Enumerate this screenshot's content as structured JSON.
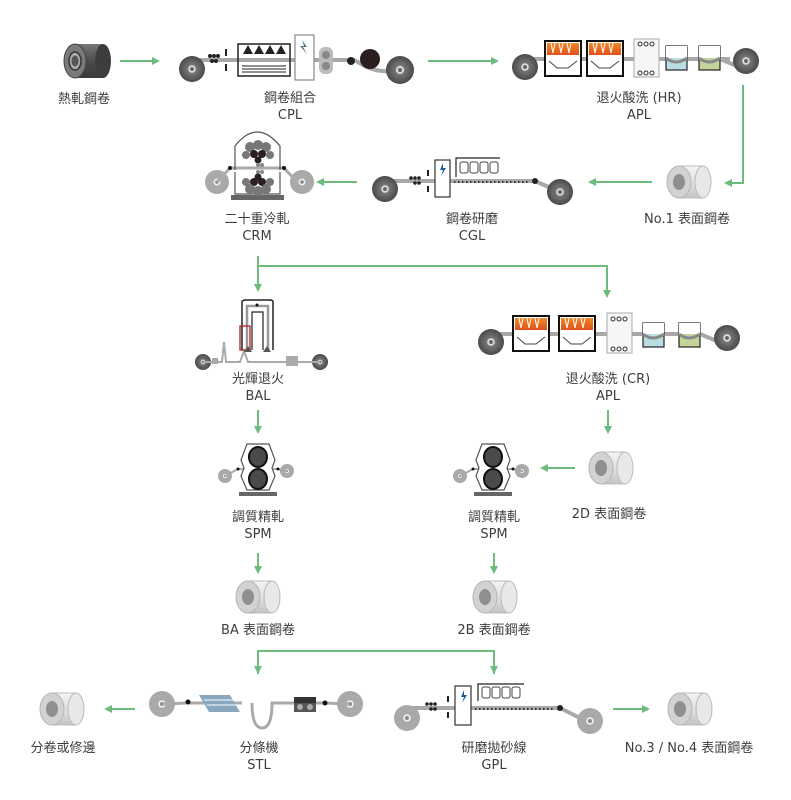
{
  "colors": {
    "arrow": "#6dbb7d",
    "coil_dark": "#5a5a5a",
    "coil_light": "#d9d9d9",
    "furnace": "#e8641a",
    "tank_blue": "#b9dde3",
    "tank_green": "#c3d59a",
    "strip": "#a8a8a8"
  },
  "nodes": {
    "hot_rolled_coil": {
      "name": "熱軋鋼卷",
      "code": ""
    },
    "cpl": {
      "name": "鋼卷組合",
      "code": "CPL"
    },
    "apl_hr": {
      "name": "退火酸洗 (HR)",
      "code": "APL"
    },
    "no1_coil": {
      "name": "No.1 表面鋼卷",
      "code": ""
    },
    "cgl": {
      "name": "鋼卷研磨",
      "code": "CGL"
    },
    "crm": {
      "name": "二十重冷軋",
      "code": "CRM"
    },
    "bal": {
      "name": "光輝退火",
      "code": "BAL"
    },
    "apl_cr": {
      "name": "退火酸洗 (CR)",
      "code": "APL"
    },
    "spm_left": {
      "name": "調質精軋",
      "code": "SPM"
    },
    "spm_right": {
      "name": "調質精軋",
      "code": "SPM"
    },
    "coil_2d": {
      "name": "2D 表面鋼卷",
      "code": ""
    },
    "coil_ba": {
      "name": "BA 表面鋼卷",
      "code": ""
    },
    "coil_2b": {
      "name": "2B 表面鋼卷",
      "code": ""
    },
    "slit_trim": {
      "name": "分卷或修邊",
      "code": ""
    },
    "stl": {
      "name": "分條機",
      "code": "STL"
    },
    "gpl": {
      "name": "研磨拋砂線",
      "code": "GPL"
    },
    "no3_no4_coil": {
      "name": "No.3 / No.4 表面鋼卷",
      "code": ""
    }
  }
}
